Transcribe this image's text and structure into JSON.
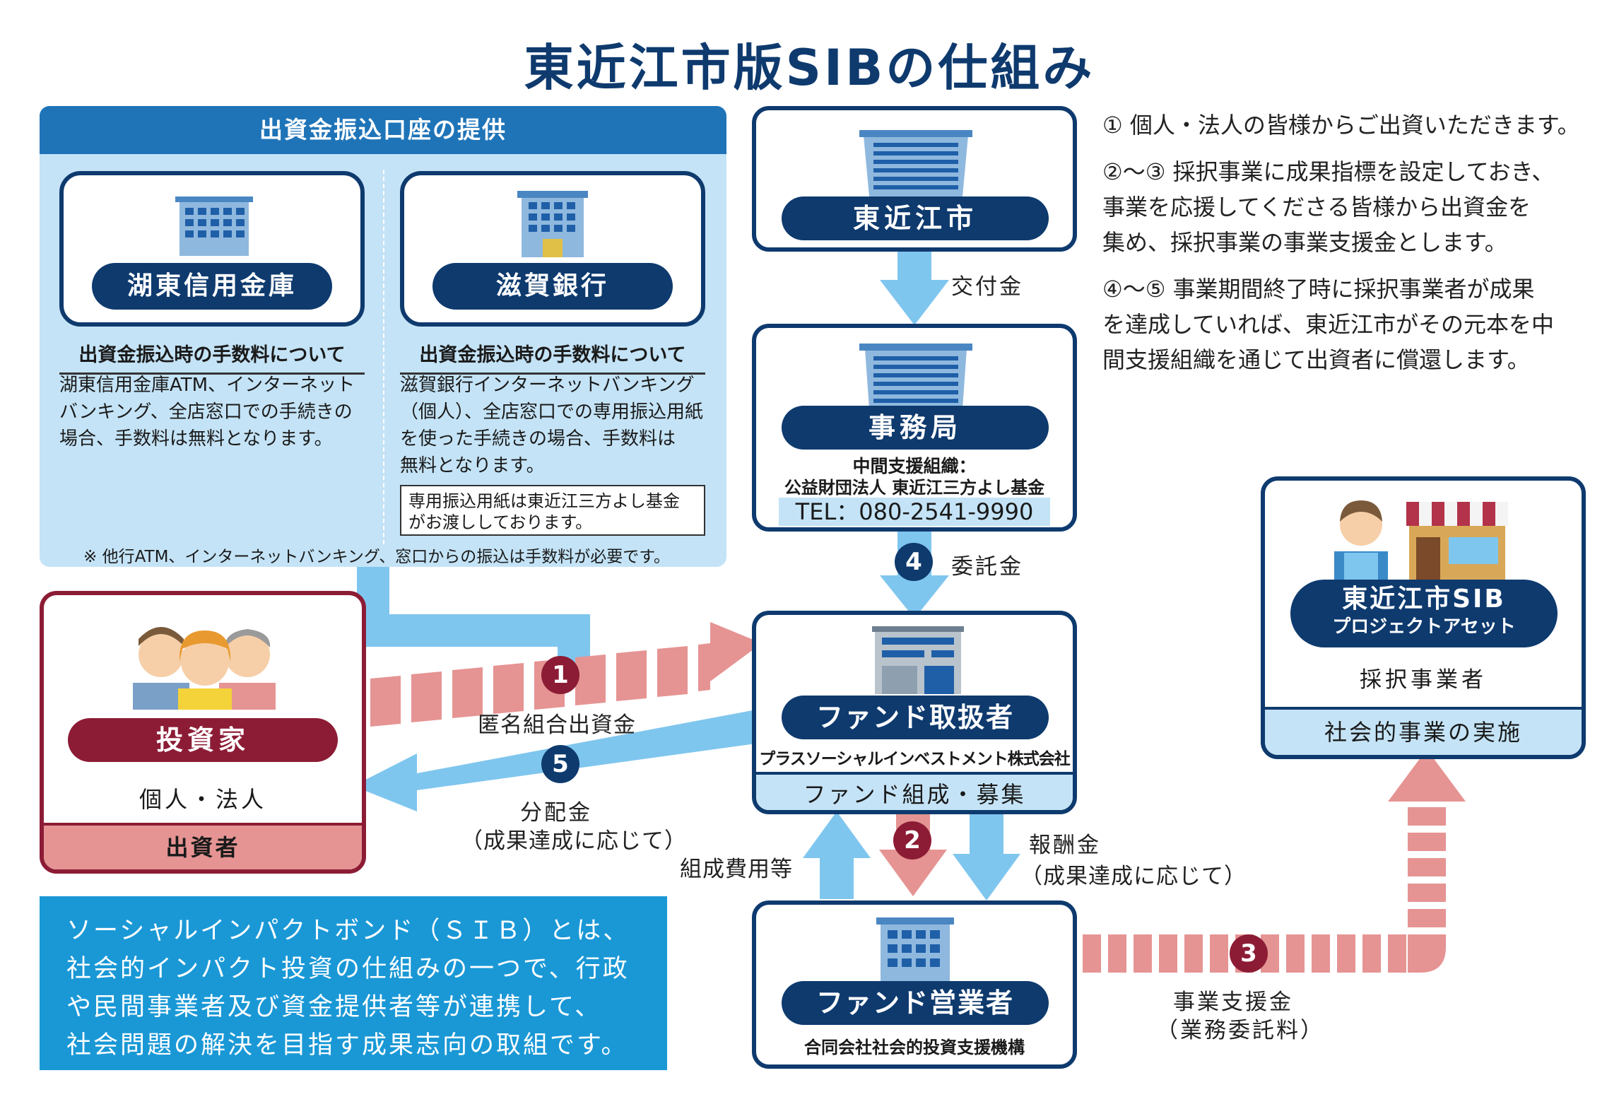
{
  "title": "東近江市版SIBの仕組み",
  "panel": {
    "header": "出資金振込口座の提供",
    "bank1": {
      "name": "湖東信用金庫",
      "fee_heading": "出資金振込時の手数料について",
      "fee_lines": [
        "湖東信用金庫ATM、インターネット",
        "バンキング、全店窓口での手続きの",
        "場合、手数料は無料となります。"
      ]
    },
    "bank2": {
      "name": "滋賀銀行",
      "fee_heading": "出資金振込時の手数料について",
      "fee_lines": [
        "滋賀銀行インターネットバンキング",
        "（個人）、全店窓口での専用振込用紙",
        "を使った手続きの場合、手数料は",
        "無料となります。"
      ],
      "note_lines": [
        "専用振込用紙は東近江三方よし基金",
        "がお渡ししております。"
      ]
    },
    "footnote": "※ 他行ATM、インターネットバンキング、窓口からの振込は手数料が必要です。"
  },
  "explanation": {
    "p1": [
      "① 個人・法人の皆様からご出資いただきます。"
    ],
    "p2": [
      "②～③ 採択事業に成果指標を設定しておき、",
      "事業を応援してくださる皆様から出資金を",
      "集め、採択事業の事業支援金とします。"
    ],
    "p3": [
      "④～⑤ 事業期間終了時に採択事業者が成果",
      "を達成していれば、東近江市がその元本を中",
      "間支援組織を通じて出資者に償還します。"
    ]
  },
  "city": {
    "name": "東近江市"
  },
  "flow_labels": {
    "grant": "交付金",
    "commission": "委託金",
    "anonymous": "匿名組合出資金",
    "dividend": "分配金",
    "dividend_note": "（成果達成に応じて）",
    "formation_cost": "組成費用等",
    "reward": "報酬金",
    "reward_note": "（成果達成に応じて）",
    "support": "事業支援金",
    "support_note": "（業務委託料）"
  },
  "step_numbers": {
    "n1": "1",
    "n2": "2",
    "n3": "3",
    "n4": "4",
    "n5": "5"
  },
  "secretariat": {
    "name": "事務局",
    "sub1": "中間支援組織：",
    "sub2": "公益財団法人 東近江三方よし基金",
    "tel": "TEL：080-2541-9990"
  },
  "investor": {
    "name": "投資家",
    "type": "個人・法人",
    "role": "出資者"
  },
  "fund_handler": {
    "name": "ファンド取扱者",
    "company": "プラスソーシャルインベストメント株式会社",
    "role": "ファンド組成・募集"
  },
  "fund_operator": {
    "name": "ファンド営業者",
    "company": "合同会社社会的投資支援機構"
  },
  "project": {
    "name1": "東近江市SIB",
    "name2": "プロジェクトアセット",
    "operator": "採択事業者",
    "role": "社会的事業の実施"
  },
  "sib_definition": [
    "ソーシャルインパクトボンド（ＳＩＢ）とは、",
    "社会的インパクト投資の仕組みの一つで、行政",
    "や民間事業者及び資金提供者等が連携して、",
    "社会問題の解決を目指す成果志向の取組です。"
  ],
  "colors": {
    "navy": "#0e3a6e",
    "light_blue": "#c4e3f6",
    "sky": "#7fc6ef",
    "pink": "#e59493",
    "crimson": "#8c1c35"
  }
}
